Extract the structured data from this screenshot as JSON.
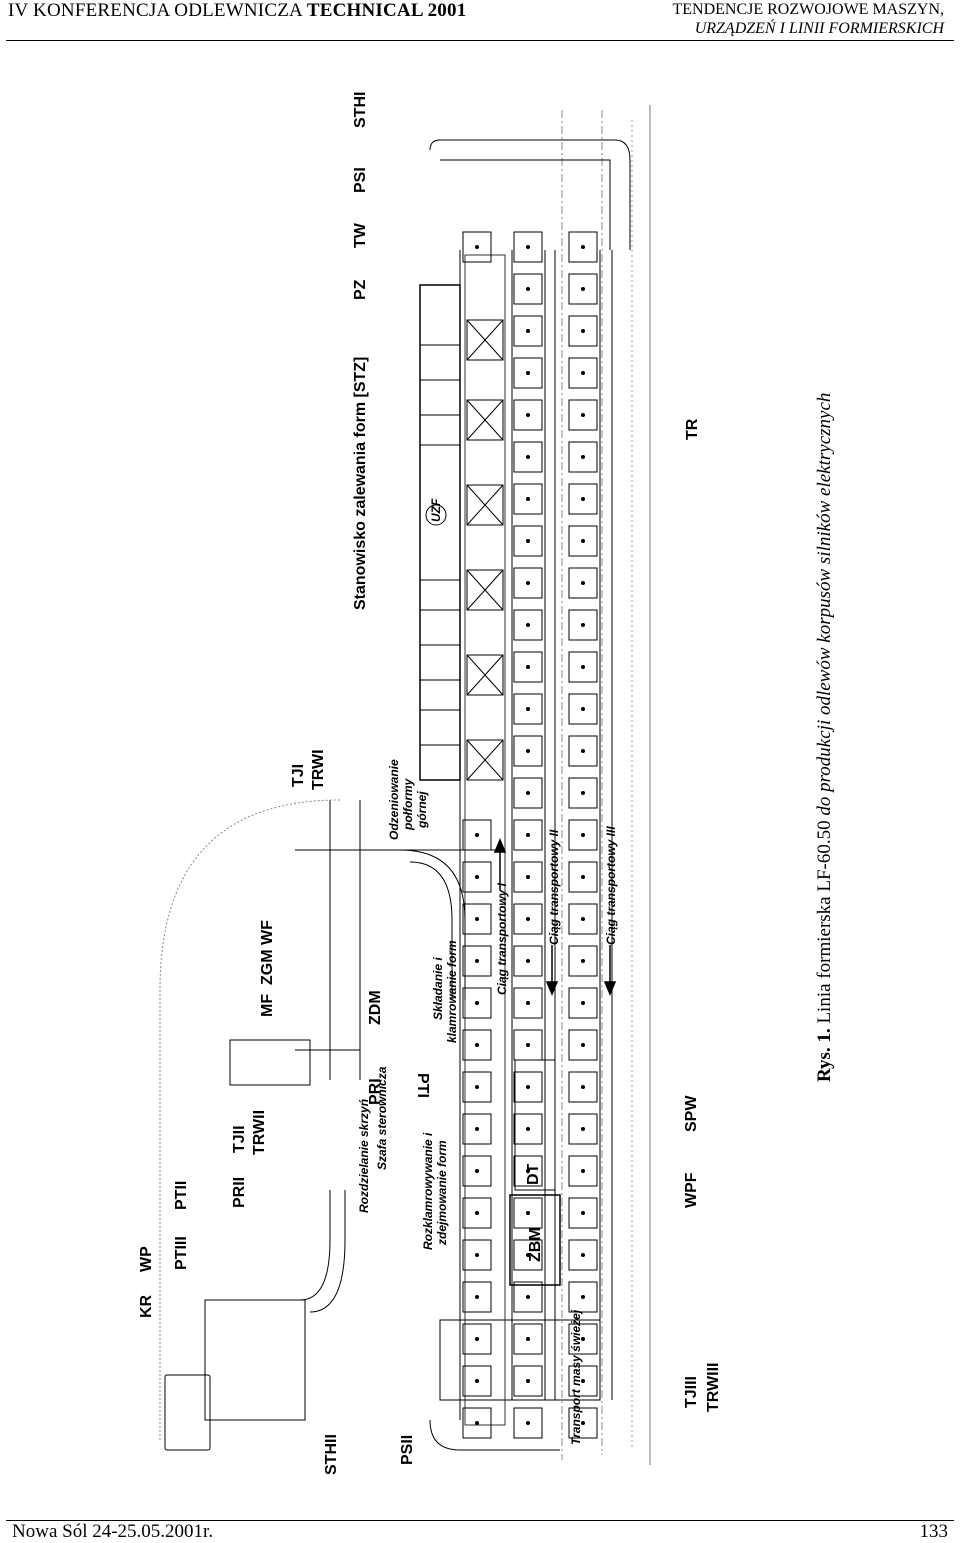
{
  "header": {
    "left_prefix": "IV  KONFERENCJA ODLEWNICZA ",
    "left_bold": "TECHNICAL 2001",
    "right_line1": "TENDENCJE ROZWOJOWE MASZYN,",
    "right_line2": "URZĄDZEŃ I LINII FORMIERSKICH"
  },
  "figure": {
    "caption_prefix": "Rys. 1.",
    "caption_plain": " Linia formierska LF-60.50 ",
    "caption_italic": "do produkcji odlewów korpusów silników elektrycznych",
    "labels": {
      "STHI": "STHI",
      "PSI": "PSI",
      "TW": "TW",
      "PZ": "PZ",
      "STZ": "Stanowisko zalewania form [STZ]",
      "TJI": "TJI",
      "TRWI": "TRWI",
      "ZGM_WF": "ZGM WF",
      "MF": "MF",
      "TJII": "TJII",
      "TRWII": "TRWII",
      "PRII": "PRII",
      "PTII": "PTII",
      "PTIII": "PTIII",
      "WP": "WP",
      "KR": "KR",
      "STHII": "STHII",
      "PSII": "PSII",
      "TJIII": "TJIII",
      "TRWIII": "TRWIII",
      "WPF": "WPF",
      "SPW": "SPW",
      "TR": "TR",
      "PRI": "PRI",
      "ZDM": "ZDM",
      "PTI": "PTI",
      "DT": "DT",
      "ZBM": "ZBM",
      "UZF": "UZF"
    },
    "notes": {
      "odzeniowanie_1": "Odzeniowanie",
      "odzeniowanie_2": "połformy",
      "odzeniowanie_3": "górnej",
      "skladanie_1": "Składanie i",
      "skladanie_2": "klamrowanie form",
      "rozdzielanie": "Rozdzielanie skrzyń",
      "szafa": "Szafa sterownicza",
      "rozklamrowywanie_1": "Rozklamrowywanie i",
      "rozklamrowywanie_2": "zdejmowanie form",
      "ciag_1": "Ciąg transportowy I",
      "ciag_2": "Ciąg transportowy II",
      "ciag_3": "Ciąg transportowy III",
      "transport_masy": "Transport masy świeżej"
    }
  },
  "footer": {
    "left": "Nowa Sól 24-25.05.2001r.",
    "right": "133"
  }
}
